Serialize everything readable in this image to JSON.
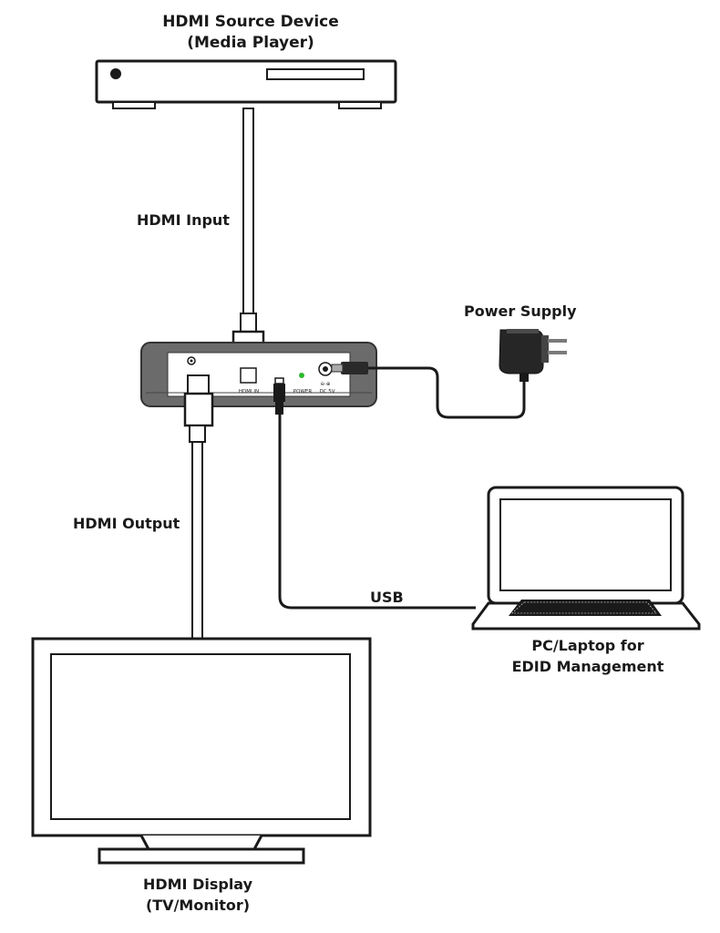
{
  "labels": {
    "source_line1": "HDMI Source Device",
    "source_line2": "(Media Player)",
    "hdmi_input": "HDMI Input",
    "power_supply": "Power Supply",
    "hdmi_output": "HDMI Output",
    "usb": "USB",
    "pc_line1": "PC/Laptop for",
    "pc_line2": "EDID Management",
    "display_line1": "HDMI Display",
    "display_line2": "(TV/Monitor)"
  },
  "device_panel": {
    "port_hdmi_in": "HDMI IN",
    "port_power": "POWER",
    "port_dc": "DC 5V"
  },
  "colors": {
    "line": "#1a1a1a",
    "device_body": "#6b6b6b",
    "power_led": "#2eb82e"
  }
}
